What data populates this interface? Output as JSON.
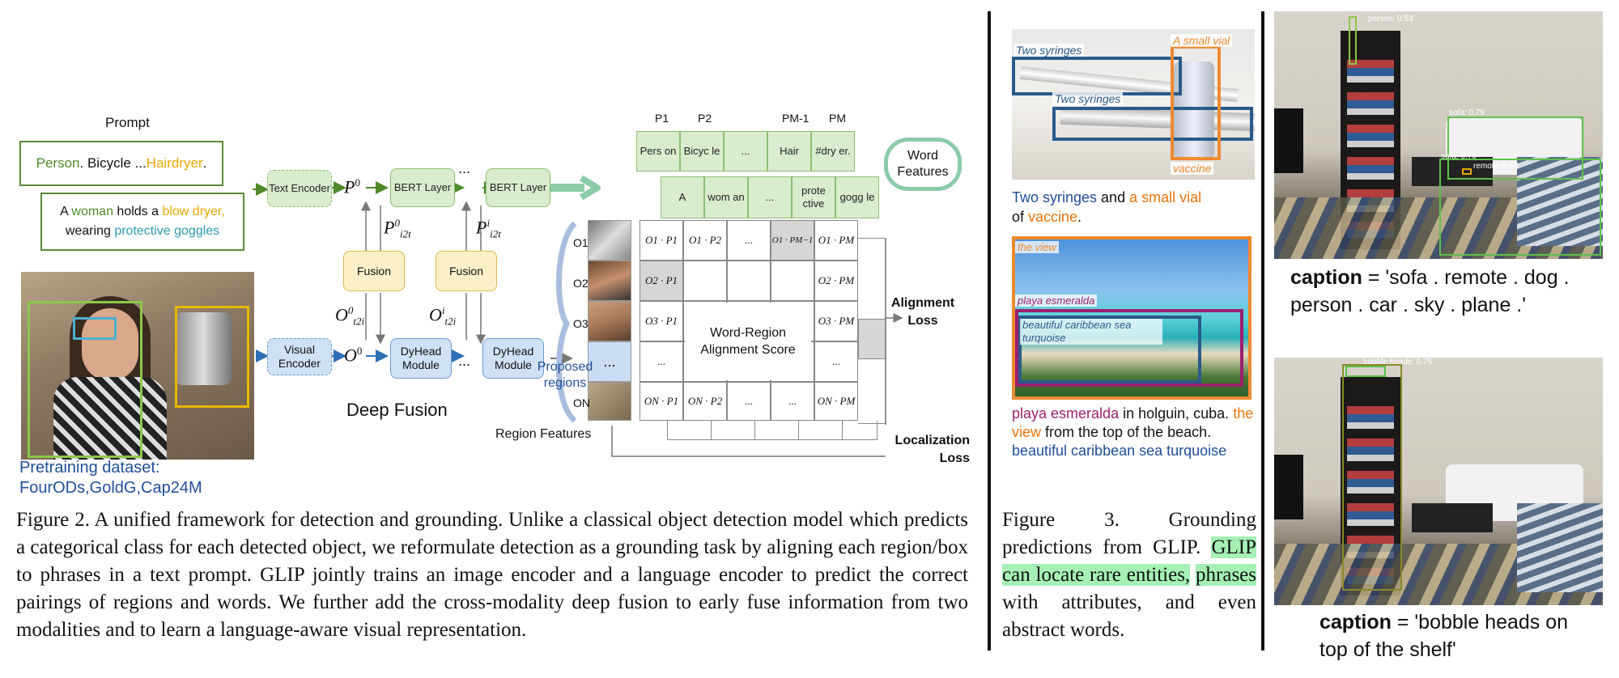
{
  "colors": {
    "green_word": "#4e8a2a",
    "yellow_word": "#e8a800",
    "teal_word": "#2a9ab0",
    "blue_text": "#1f4e9a",
    "orange_text": "#e8730c",
    "purple_text": "#9c1f6e",
    "box_green": "#8cbf72",
    "box_yellow": "#e0b84a",
    "box_blue": "#6d9bd0",
    "highlight": "#a6f0b5"
  },
  "fig2": {
    "prompt_label": "Prompt",
    "prompt1": {
      "p1": "Person",
      "p2": ". Bicycle ... ",
      "p3": "Hairdryer",
      "p4": "."
    },
    "prompt2": {
      "a": "A ",
      "woman": "woman",
      "b": " holds a ",
      "dryer": "blow dryer,",
      "c": "wearing ",
      "goggles": "protective goggles"
    },
    "text_encoder": "Text Encoder",
    "visual_encoder": "Visual Encoder",
    "p0": "P",
    "p0_sup": "0",
    "o0": "O",
    "o0_sup": "0",
    "bert1": "BERT Layer",
    "bert2": "BERT Layer",
    "fusion1": "Fusion",
    "fusion2": "Fusion",
    "dyhead1": "DyHead Module",
    "dyhead2": "DyHead Module",
    "ellipsis": "...",
    "pi2t0": {
      "base": "P",
      "sup": "0",
      "sub": "i2t"
    },
    "pi2ti": {
      "base": "P",
      "sup": "i",
      "sub": "i2t"
    },
    "ot2i0": {
      "base": "O",
      "sup": "0",
      "sub": "t2i"
    },
    "ot2ii": {
      "base": "O",
      "sup": "i",
      "sub": "t2i"
    },
    "deep_fusion": "Deep Fusion",
    "word_features": "Word Features",
    "p_labels": [
      "P1",
      "P2",
      "PM-1",
      "PM"
    ],
    "word_row1": [
      "Pers on",
      "Bicyc le",
      "...",
      "Hair",
      "#dry er."
    ],
    "word_row2": [
      "A",
      "wom an",
      "...",
      "prote ctive",
      "gogg le"
    ],
    "o_labels": [
      "O1",
      "O2",
      "O3",
      "ON"
    ],
    "proposed_regions": "Proposed regions",
    "region_features": "Region Features",
    "pretraining_dataset_line1": "Pretraining dataset:",
    "pretraining_dataset_line2": "FourODs,GoldG,Cap24M",
    "grid": [
      [
        "O1 · P1",
        "O1 · P2",
        "...",
        "O1 · PM−1",
        "O1 · PM"
      ],
      [
        "O2 · P1",
        "",
        "",
        "",
        "O2 · PM"
      ],
      [
        "O3 · P1",
        "",
        "",
        "",
        "O3 · PM"
      ],
      [
        "...",
        "",
        "",
        "",
        "..."
      ],
      [
        "ON · P1",
        "ON · P2",
        "...",
        "...",
        "ON · PM"
      ]
    ],
    "alignment_score": "Word-Region Alignment Score",
    "alignment_loss": "Alignment Loss",
    "localization_loss": "Localization Loss",
    "caption": "Figure 2.  A unified framework for detection and grounding.  Unlike a classical object detection model which predicts a categorical class for each detected object, we reformulate detection as a grounding task by aligning each region/box to phrases in a text prompt. GLIP jointly trains an image encoder and a language encoder to predict the correct pairings of regions and words.  We further add the cross-modality deep fusion to early fuse information from two modalities and to learn a language-aware visual representation."
  },
  "fig3": {
    "img1_labels": {
      "two_syringes_a": "Two syringes",
      "two_syringes_b": "Two syringes",
      "small_vial": "A small vial",
      "vaccine": "vaccine"
    },
    "text1": {
      "a": "Two syringes",
      "b": " and ",
      "c": "a small vial",
      "d": "of ",
      "e": "vaccine",
      "f": "."
    },
    "img2_labels": {
      "the_view": "the view",
      "playa": "playa esmeralda",
      "beautiful": "beautiful caribbean sea turquoise"
    },
    "text2": {
      "a": "playa esmeralda",
      "b": " in holguin, cuba. ",
      "c": "the view",
      "d": " from the top of the beach. ",
      "e": "beautiful caribbean sea turquoise"
    },
    "caption_a": "Figure 3.  Grounding predictions from GLIP. ",
    "caption_hl1": "GLIP can locate rare entities,",
    "caption_hl2": "phrases",
    "caption_b": " with attributes, and even abstract words."
  },
  "right": {
    "det_labels": {
      "person": "person: 0.53",
      "sofa1": "sofa: 0.79",
      "sofa2": "sofa: 0.70",
      "remote": "remote: 0.59",
      "bobble": "bobble heads: 0.75"
    },
    "caption1_bold": "caption",
    "caption1_text": " = 'sofa . remote . dog . person . car . sky . plane .'",
    "caption2_bold": "caption",
    "caption2_text": " = 'bobble heads on top of the shelf'"
  }
}
